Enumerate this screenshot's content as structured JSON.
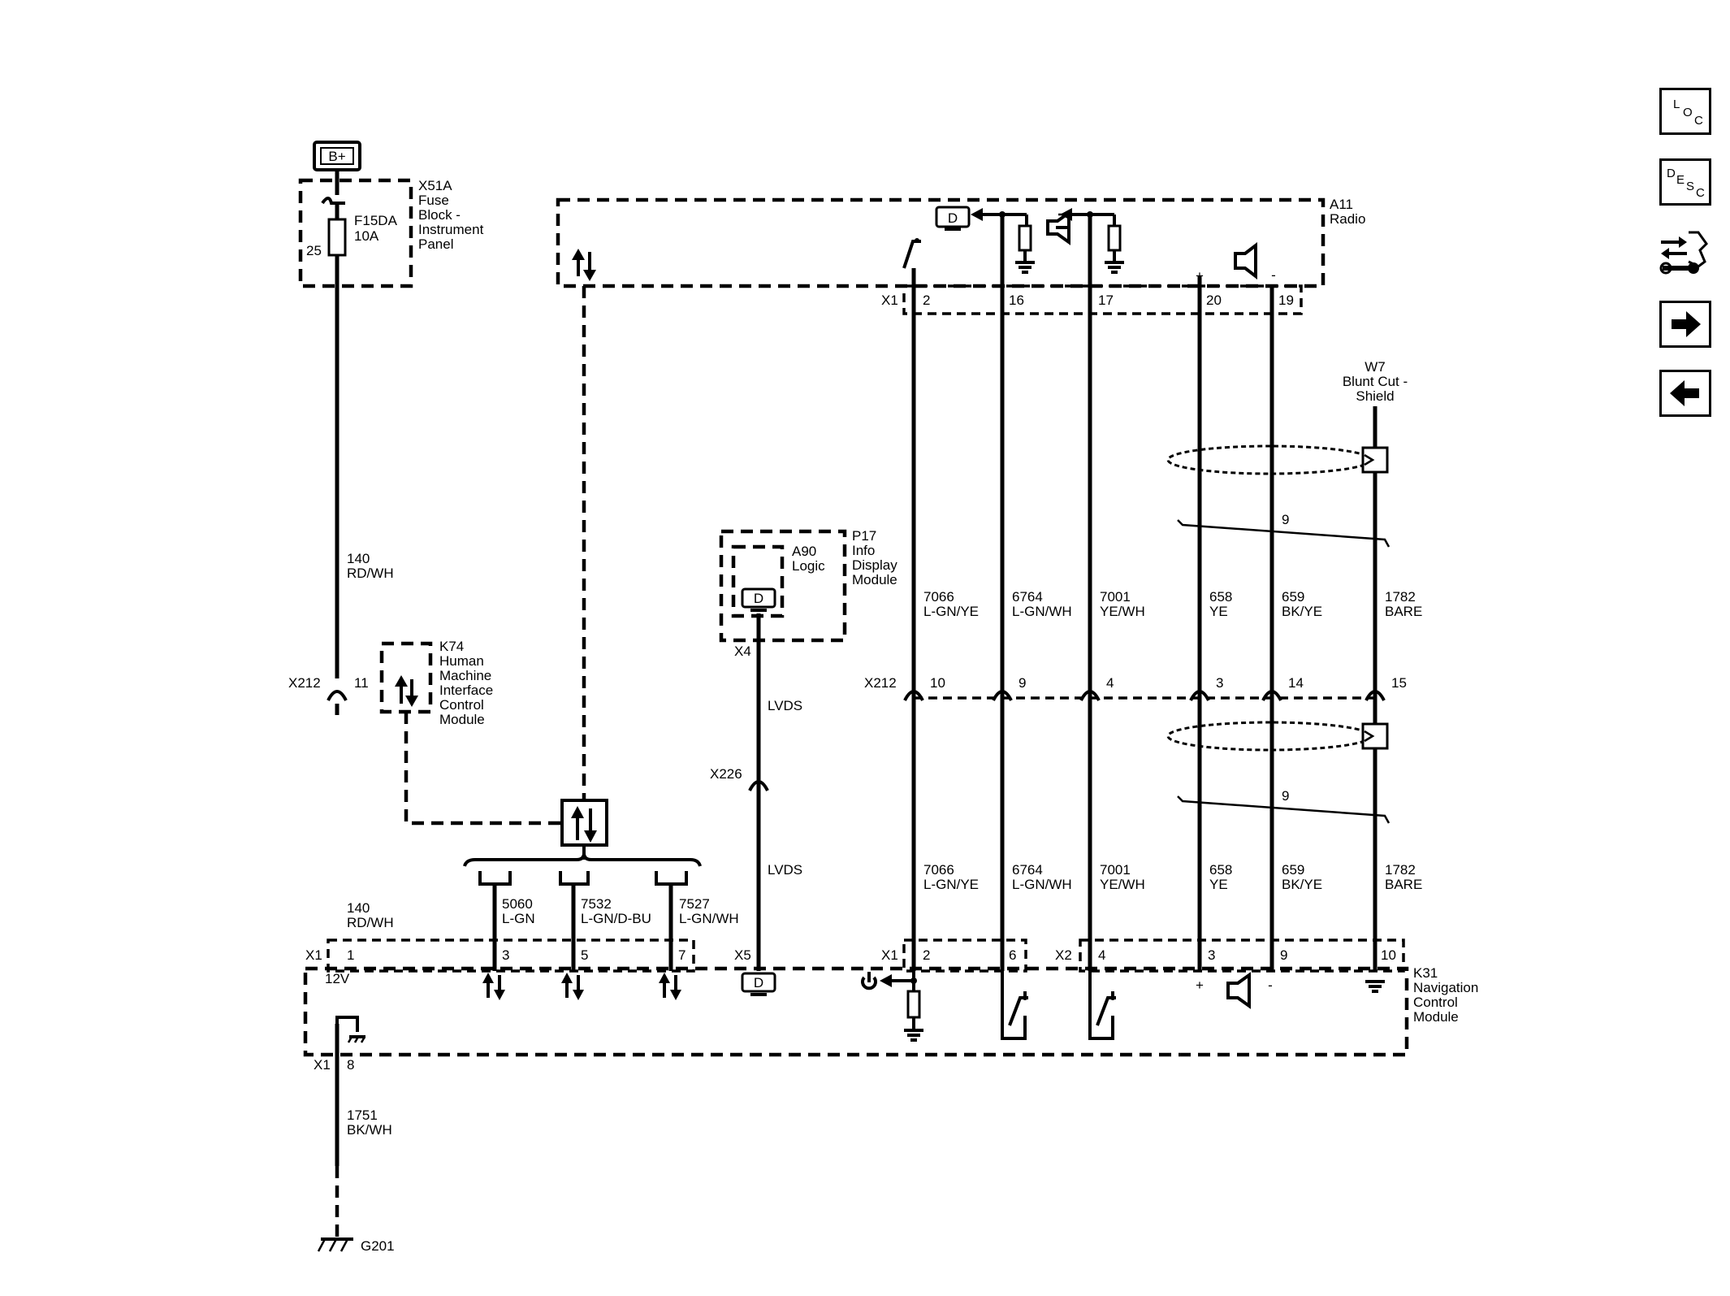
{
  "battery": "B+",
  "fuse_block": {
    "name": [
      "X51A",
      "Fuse",
      "Block -",
      "Instrument",
      "Panel"
    ],
    "fuse": [
      "F15DA",
      "10A"
    ],
    "pin": "25"
  },
  "radio": {
    "name": [
      "A11",
      "Radio"
    ],
    "connector": "X1",
    "pins": [
      "2",
      "16",
      "17",
      "20",
      "19"
    ]
  },
  "power_wire": {
    "circuit": "140",
    "color": "RD/WH"
  },
  "x212": {
    "connector": "X212",
    "pins": [
      "11",
      "10",
      "9",
      "4",
      "3",
      "14",
      "15"
    ]
  },
  "hmi_module": {
    "name": [
      "K74",
      "Human",
      "Machine",
      "Interface",
      "Control",
      "Module"
    ]
  },
  "display_module": {
    "name": [
      "P17",
      "Info",
      "Display",
      "Module"
    ],
    "logic": [
      "A90",
      "Logic"
    ],
    "connector": "X4",
    "d": "D"
  },
  "lvds": {
    "label": "LVDS",
    "connector": "X226"
  },
  "shield": {
    "name": [
      "W7",
      "Blunt Cut -",
      "Shield"
    ],
    "twist": "9"
  },
  "signal_wires": [
    {
      "circuit": "7066",
      "color": "L-GN/YE"
    },
    {
      "circuit": "6764",
      "color": "L-GN/WH"
    },
    {
      "circuit": "7001",
      "color": "YE/WH"
    },
    {
      "circuit": "658",
      "color": "YE"
    },
    {
      "circuit": "659",
      "color": "BK/YE"
    },
    {
      "circuit": "1782",
      "color": "BARE"
    }
  ],
  "bus_wires": [
    {
      "circuit": "5060",
      "color": "L-GN"
    },
    {
      "circuit": "7532",
      "color": "L-GN/D-BU"
    },
    {
      "circuit": "7527",
      "color": "L-GN/WH"
    }
  ],
  "nav_module": {
    "name": [
      "K31",
      "Navigation",
      "Control",
      "Module"
    ],
    "x1": "X1",
    "x1_pins": [
      "1",
      "3",
      "5",
      "7"
    ],
    "x5": "X5",
    "x1b": "X1",
    "x1b_pins": [
      "2",
      "6"
    ],
    "x2": "X2",
    "x2_pins": [
      "4",
      "3",
      "9",
      "10"
    ],
    "voltage": "12V",
    "ground_connector": "X1",
    "ground_pin": "8"
  },
  "ground_wire": {
    "circuit": "1751",
    "color": "BK/WH",
    "ground": "G201"
  },
  "sidebar": {
    "loc": [
      "L",
      "O",
      "C"
    ],
    "desc": [
      "D",
      "E",
      "S",
      "C"
    ]
  }
}
